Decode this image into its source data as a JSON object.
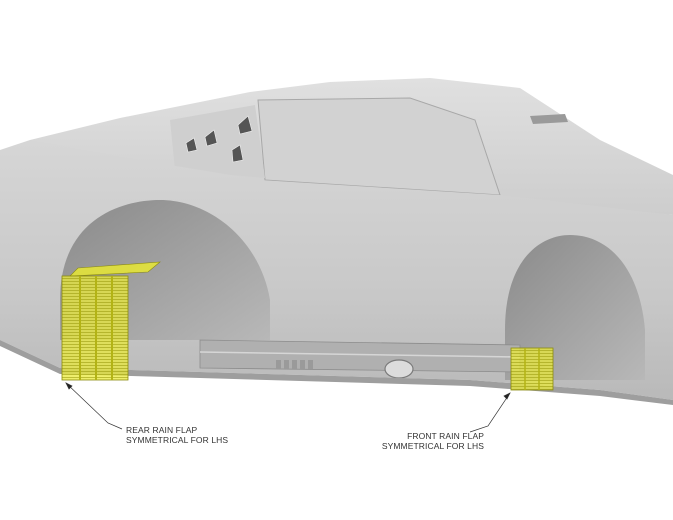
{
  "diagram": {
    "subject": "race car body shell, right-hand side view",
    "highlight_color": "#e8e832",
    "body_color": "#c9c9c9",
    "callouts": [
      {
        "id": "rear",
        "line1": "REAR RAIN FLAP",
        "line2": "SYMMETRICAL FOR LHS"
      },
      {
        "id": "front",
        "line1": "FRONT RAIN FLAP",
        "line2": "SYMMETRICAL FOR LHS"
      }
    ]
  }
}
